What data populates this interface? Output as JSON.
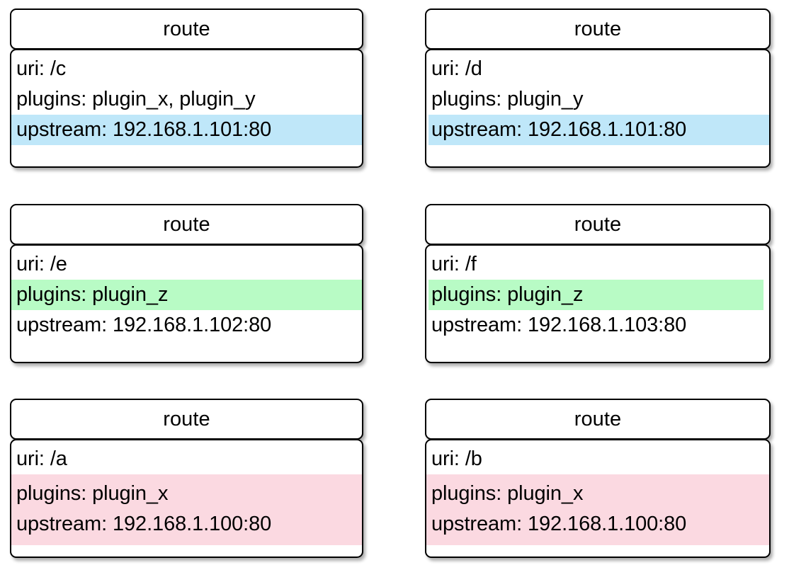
{
  "diagram": {
    "title": "route",
    "node_type_label": "route",
    "colors": {
      "highlight_blue": "#bfe7f9",
      "highlight_green": "#b8fbc5",
      "highlight_pink": "#fbd9e1",
      "border": "#000000",
      "card_background": "#ffffff",
      "page_background": "#ffffff",
      "text": "#000000"
    },
    "cards": [
      {
        "id": "route-c",
        "header": "route",
        "rows": [
          {
            "label": "uri",
            "value": "/c",
            "text": "uri: /c",
            "highlight": "none"
          },
          {
            "label": "plugins",
            "value": "plugin_x, plugin_y",
            "text": "plugins: plugin_x, plugin_y",
            "highlight": "none"
          },
          {
            "label": "upstream",
            "value": "192.168.1.101:80",
            "text": "upstream: 192.168.1.101:80",
            "highlight": "blue"
          }
        ]
      },
      {
        "id": "route-d",
        "header": "route",
        "rows": [
          {
            "label": "uri",
            "value": "/d",
            "text": "uri: /d",
            "highlight": "none"
          },
          {
            "label": "plugins",
            "value": "plugin_y",
            "text": "plugins: plugin_y",
            "highlight": "none"
          },
          {
            "label": "upstream",
            "value": "192.168.1.101:80",
            "text": "upstream: 192.168.1.101:80",
            "highlight": "blue"
          }
        ]
      },
      {
        "id": "route-e",
        "header": "route",
        "rows": [
          {
            "label": "uri",
            "value": "/e",
            "text": "uri: /e",
            "highlight": "none"
          },
          {
            "label": "plugins",
            "value": "plugin_z",
            "text": "plugins: plugin_z",
            "highlight": "green"
          },
          {
            "label": "upstream",
            "value": "192.168.1.102:80",
            "text": "upstream: 192.168.1.102:80",
            "highlight": "none"
          }
        ]
      },
      {
        "id": "route-f",
        "header": "route",
        "rows": [
          {
            "label": "uri",
            "value": "/f",
            "text": "uri: /f",
            "highlight": "none"
          },
          {
            "label": "plugins",
            "value": "plugin_z",
            "text": "plugins: plugin_z",
            "highlight": "green"
          },
          {
            "label": "upstream",
            "value": "192.168.1.103:80",
            "text": "upstream: 192.168.1.103:80",
            "highlight": "none"
          }
        ]
      },
      {
        "id": "route-a",
        "header": "route",
        "rows": [
          {
            "label": "uri",
            "value": "/a",
            "text": "uri: /a",
            "highlight": "none"
          },
          {
            "label": "plugins",
            "value": "plugin_x",
            "text": "plugins: plugin_x",
            "highlight": "pink"
          },
          {
            "label": "upstream",
            "value": "192.168.1.100:80",
            "text": "upstream: 192.168.1.100:80",
            "highlight": "pink"
          }
        ]
      },
      {
        "id": "route-b",
        "header": "route",
        "rows": [
          {
            "label": "uri",
            "value": "/b",
            "text": "uri: /b",
            "highlight": "none"
          },
          {
            "label": "plugins",
            "value": "plugin_x",
            "text": "plugins: plugin_x",
            "highlight": "pink"
          },
          {
            "label": "upstream",
            "value": "192.168.1.100:80",
            "text": "upstream: 192.168.1.100:80",
            "highlight": "pink"
          }
        ]
      }
    ]
  }
}
